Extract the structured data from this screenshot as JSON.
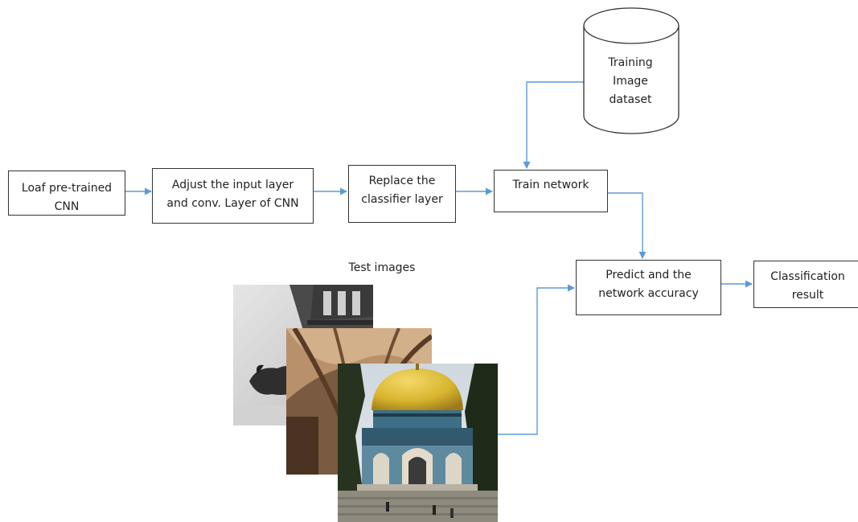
{
  "boxes": {
    "load_cnn": [
      "Loaf pre-trained",
      "CNN"
    ],
    "adjust": [
      "Adjust the input layer",
      "and conv. Layer of CNN"
    ],
    "replace": [
      "Replace the",
      "classifier layer"
    ],
    "train": [
      "Train network"
    ],
    "predict": [
      "Predict and the",
      "network accuracy"
    ],
    "result": [
      "Classification",
      "result"
    ]
  },
  "database": [
    "Training",
    "Image",
    "dataset"
  ],
  "test_images_label": "Test images",
  "test_images": [
    {
      "subject": "gargoyle-on-gothic-building"
    },
    {
      "subject": "vaulted-ceiling"
    },
    {
      "subject": "dome-of-the-rock"
    }
  ],
  "colors": {
    "arrow": "#5b9bd5",
    "box_border": "#333333",
    "dome_gold": "#d8b42e",
    "tile_blue": "#3f6f86"
  }
}
